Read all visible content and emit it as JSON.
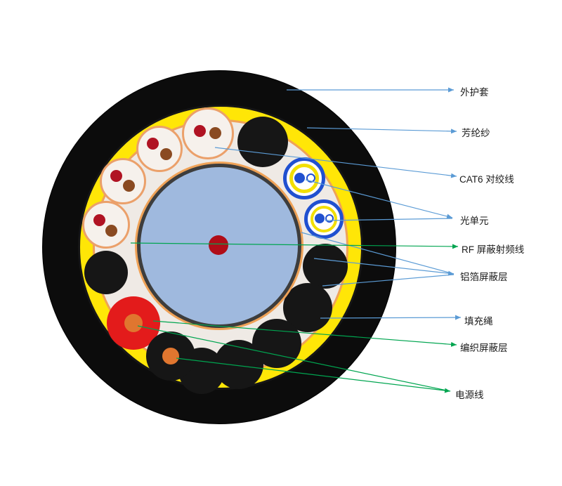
{
  "diagram": {
    "type": "cable-cross-section",
    "labels": {
      "outer_sheath": "外护套",
      "aramid_yarn": "芳纶纱",
      "cat6_pair": "CAT6 对绞线",
      "optical_unit": "光单元",
      "rf_line": "RF 屏蔽射频线",
      "foil_shield": "铝箔屏蔽层",
      "filler_rope": "填充绳",
      "braided_shield": "编织屏蔽层",
      "power_line": "电源线"
    },
    "colors": {
      "outer_sheath": "#0c0c0c",
      "aramid_yarn": "#ffe607",
      "inner_filler": "#efeae5",
      "wrap_ring": "#efa257",
      "rf_dielectric": "#9fb9de",
      "rf_shield_ring": "#3d3d3d",
      "rf_center": "#b00d18",
      "cat6_jacket": "#f6f1ec",
      "cat6_border": "#eba06a",
      "cat6_wire_red": "#b01323",
      "cat6_wire_brown": "#8a4a21",
      "filler_black": "#161616",
      "optical_ring_blue": "#2050d0",
      "optical_ring_yellow": "#f2df00",
      "power_red": "#e31b1b",
      "power_core_orange": "#e0762f",
      "leader_blue": "#5b9bd5",
      "leader_green": "#00a550",
      "label_text": "#1a1a1a"
    }
  }
}
